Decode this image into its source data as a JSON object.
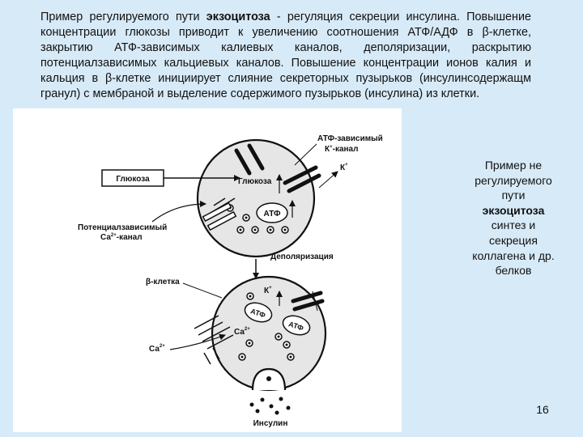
{
  "intro": {
    "part1": "Пример регулируемого пути ",
    "bold_term": "экзоцитоза",
    "part2": " - регуляция секреции инсулина. Повышение концентрации глюкозы приводит к увеличению соотношения АТФ/АДФ в β-клетке, закрытию АТФ-зависимых калиевых каналов, деполяризации, раскрытию потенциалзависимых кальциевых каналов. Повышение концентрации ионов калия и кальция в β-клетке инициирует слияние секреторных пузырьков (инсулинсодержащм гранул) с мембраной и выделение содержимого пузырьков (инсулина) из клетки."
  },
  "figure": {
    "atp_channel_label_1": "АТФ-зависимый",
    "atp_channel_label_2_prefix": "К",
    "atp_channel_label_2_sup": "+",
    "atp_channel_label_2_suffix": "-канал",
    "glucose_box_label": "Глюкоза",
    "glucose_inside_label": "Глюкоза",
    "k_top_label": "К",
    "k_top_sup": "+",
    "atp_top_label": "АТФ",
    "ca_channel_label_1": "Потенциалзависимый",
    "ca_channel_label_2_prefix": "Са",
    "ca_channel_label_2_sup": "2+",
    "ca_channel_label_2_suffix": "-канал",
    "depolarization_label": "Деполяризация",
    "beta_cell_label": "β-клетка",
    "k_bottom_label": "К",
    "k_bottom_sup": "+",
    "atp_bottom_left_label": "АТФ",
    "atp_bottom_right_label": "АТФ",
    "ca_inside_label": "Са",
    "ca_inside_sup": "2+",
    "ca_outside_label": "Са",
    "ca_outside_sup": "2+",
    "insulin_label": "Инсулин"
  },
  "side_note": {
    "line1": "Пример не",
    "line2": "регулируемого",
    "line3": "пути",
    "bold_term": "экзоцитоза",
    "line5": "синтез и",
    "line6": "секреция",
    "line7": "коллагена и др.",
    "line8": "белков"
  },
  "page_number": "16"
}
